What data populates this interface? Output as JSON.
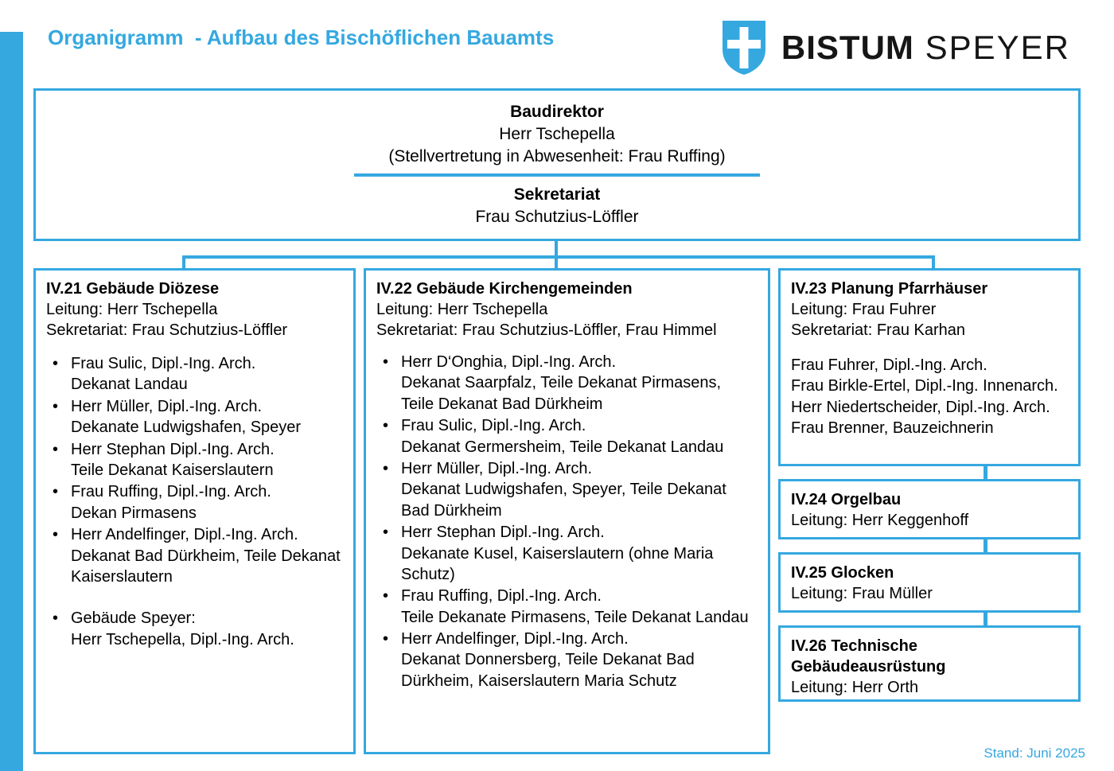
{
  "header": {
    "title": "Organigramm  - Aufbau des Bischöflichen Bauamts",
    "logo_bold": "BISTUM",
    "logo_light": " SPEYER",
    "accent_color": "#35a8e0"
  },
  "root": {
    "role_title": "Baudirektor",
    "role_person": "Herr Tschepella",
    "role_deputy": "(Stellvertretung in Abwesenheit: Frau Ruffing)",
    "secretariat_title": "Sekretariat",
    "secretariat_person": "Frau Schutzius-Löffler"
  },
  "departments": [
    {
      "id": "IV.21",
      "title": "IV.21 Gebäude Diözese",
      "leitung": "Leitung: Herr Tschepella",
      "sekretariat": "Sekretariat: Frau Schutzius-Löffler",
      "people": [
        {
          "name": "Frau Sulic, Dipl.-Ing. Arch.",
          "area": "Dekanat Landau"
        },
        {
          "name": "Herr Müller, Dipl.-Ing. Arch.",
          "area": "Dekanate Ludwigshafen, Speyer"
        },
        {
          "name": "Herr Stephan Dipl.-Ing. Arch.",
          "area": "Teile Dekanat Kaiserslautern"
        },
        {
          "name": "Frau Ruffing, Dipl.-Ing. Arch.",
          "area": "Dekan Pirmasens"
        },
        {
          "name": "Herr Andelfinger, Dipl.-Ing. Arch.",
          "area": "Dekanat Bad Dürkheim, Teile Dekanat Kaiserslautern"
        },
        {
          "name": "Gebäude Speyer:",
          "area": "Herr Tschepella, Dipl.-Ing. Arch.",
          "gap_before": true
        }
      ]
    },
    {
      "id": "IV.22",
      "title": "IV.22 Gebäude Kirchengemeinden",
      "leitung": "Leitung: Herr Tschepella",
      "sekretariat": "Sekretariat: Frau Schutzius-Löffler, Frau Himmel",
      "people": [
        {
          "name": "Herr D‘Onghia, Dipl.-Ing. Arch.",
          "area": "Dekanat Saarpfalz, Teile Dekanat Pirmasens, Teile Dekanat Bad Dürkheim"
        },
        {
          "name": "Frau Sulic, Dipl.-Ing. Arch.",
          "area": "Dekanat Germersheim, Teile Dekanat Landau"
        },
        {
          "name": "Herr Müller, Dipl.-Ing. Arch.",
          "area": "Dekanat Ludwigshafen, Speyer, Teile Dekanat Bad Dürkheim"
        },
        {
          "name": "Herr Stephan Dipl.-Ing. Arch.",
          "area": "Dekanate Kusel, Kaiserslautern (ohne Maria Schutz)"
        },
        {
          "name": "Frau Ruffing, Dipl.-Ing. Arch.",
          "area": "Teile Dekanate Pirmasens, Teile Dekanat Landau"
        },
        {
          "name": "Herr Andelfinger, Dipl.-Ing. Arch.",
          "area": "Dekanat Donnersberg, Teile Dekanat Bad Dürkheim, Kaiserslautern Maria Schutz"
        }
      ]
    },
    {
      "id": "IV.23",
      "title": "IV.23 Planung Pfarrhäuser",
      "leitung": "Leitung: Frau Fuhrer",
      "sekretariat": "Sekretariat: Frau Karhan",
      "staff": [
        "Frau Fuhrer, Dipl.-Ing. Arch.",
        "Frau Birkle-Ertel, Dipl.-Ing. Innenarch.",
        "Herr Niedertscheider, Dipl.-Ing. Arch.",
        "Frau Brenner, Bauzeichnerin"
      ]
    },
    {
      "id": "IV.24",
      "title": "IV.24 Orgelbau",
      "leitung": "Leitung: Herr Keggenhoff"
    },
    {
      "id": "IV.25",
      "title": "IV.25 Glocken",
      "leitung": "Leitung: Frau Müller"
    },
    {
      "id": "IV.26",
      "title": "IV.26 Technische Gebäudeausrüstung",
      "leitung": "Leitung: Herr Orth"
    }
  ],
  "footer": {
    "stand": "Stand: Juni 2025"
  },
  "bullet": "•"
}
